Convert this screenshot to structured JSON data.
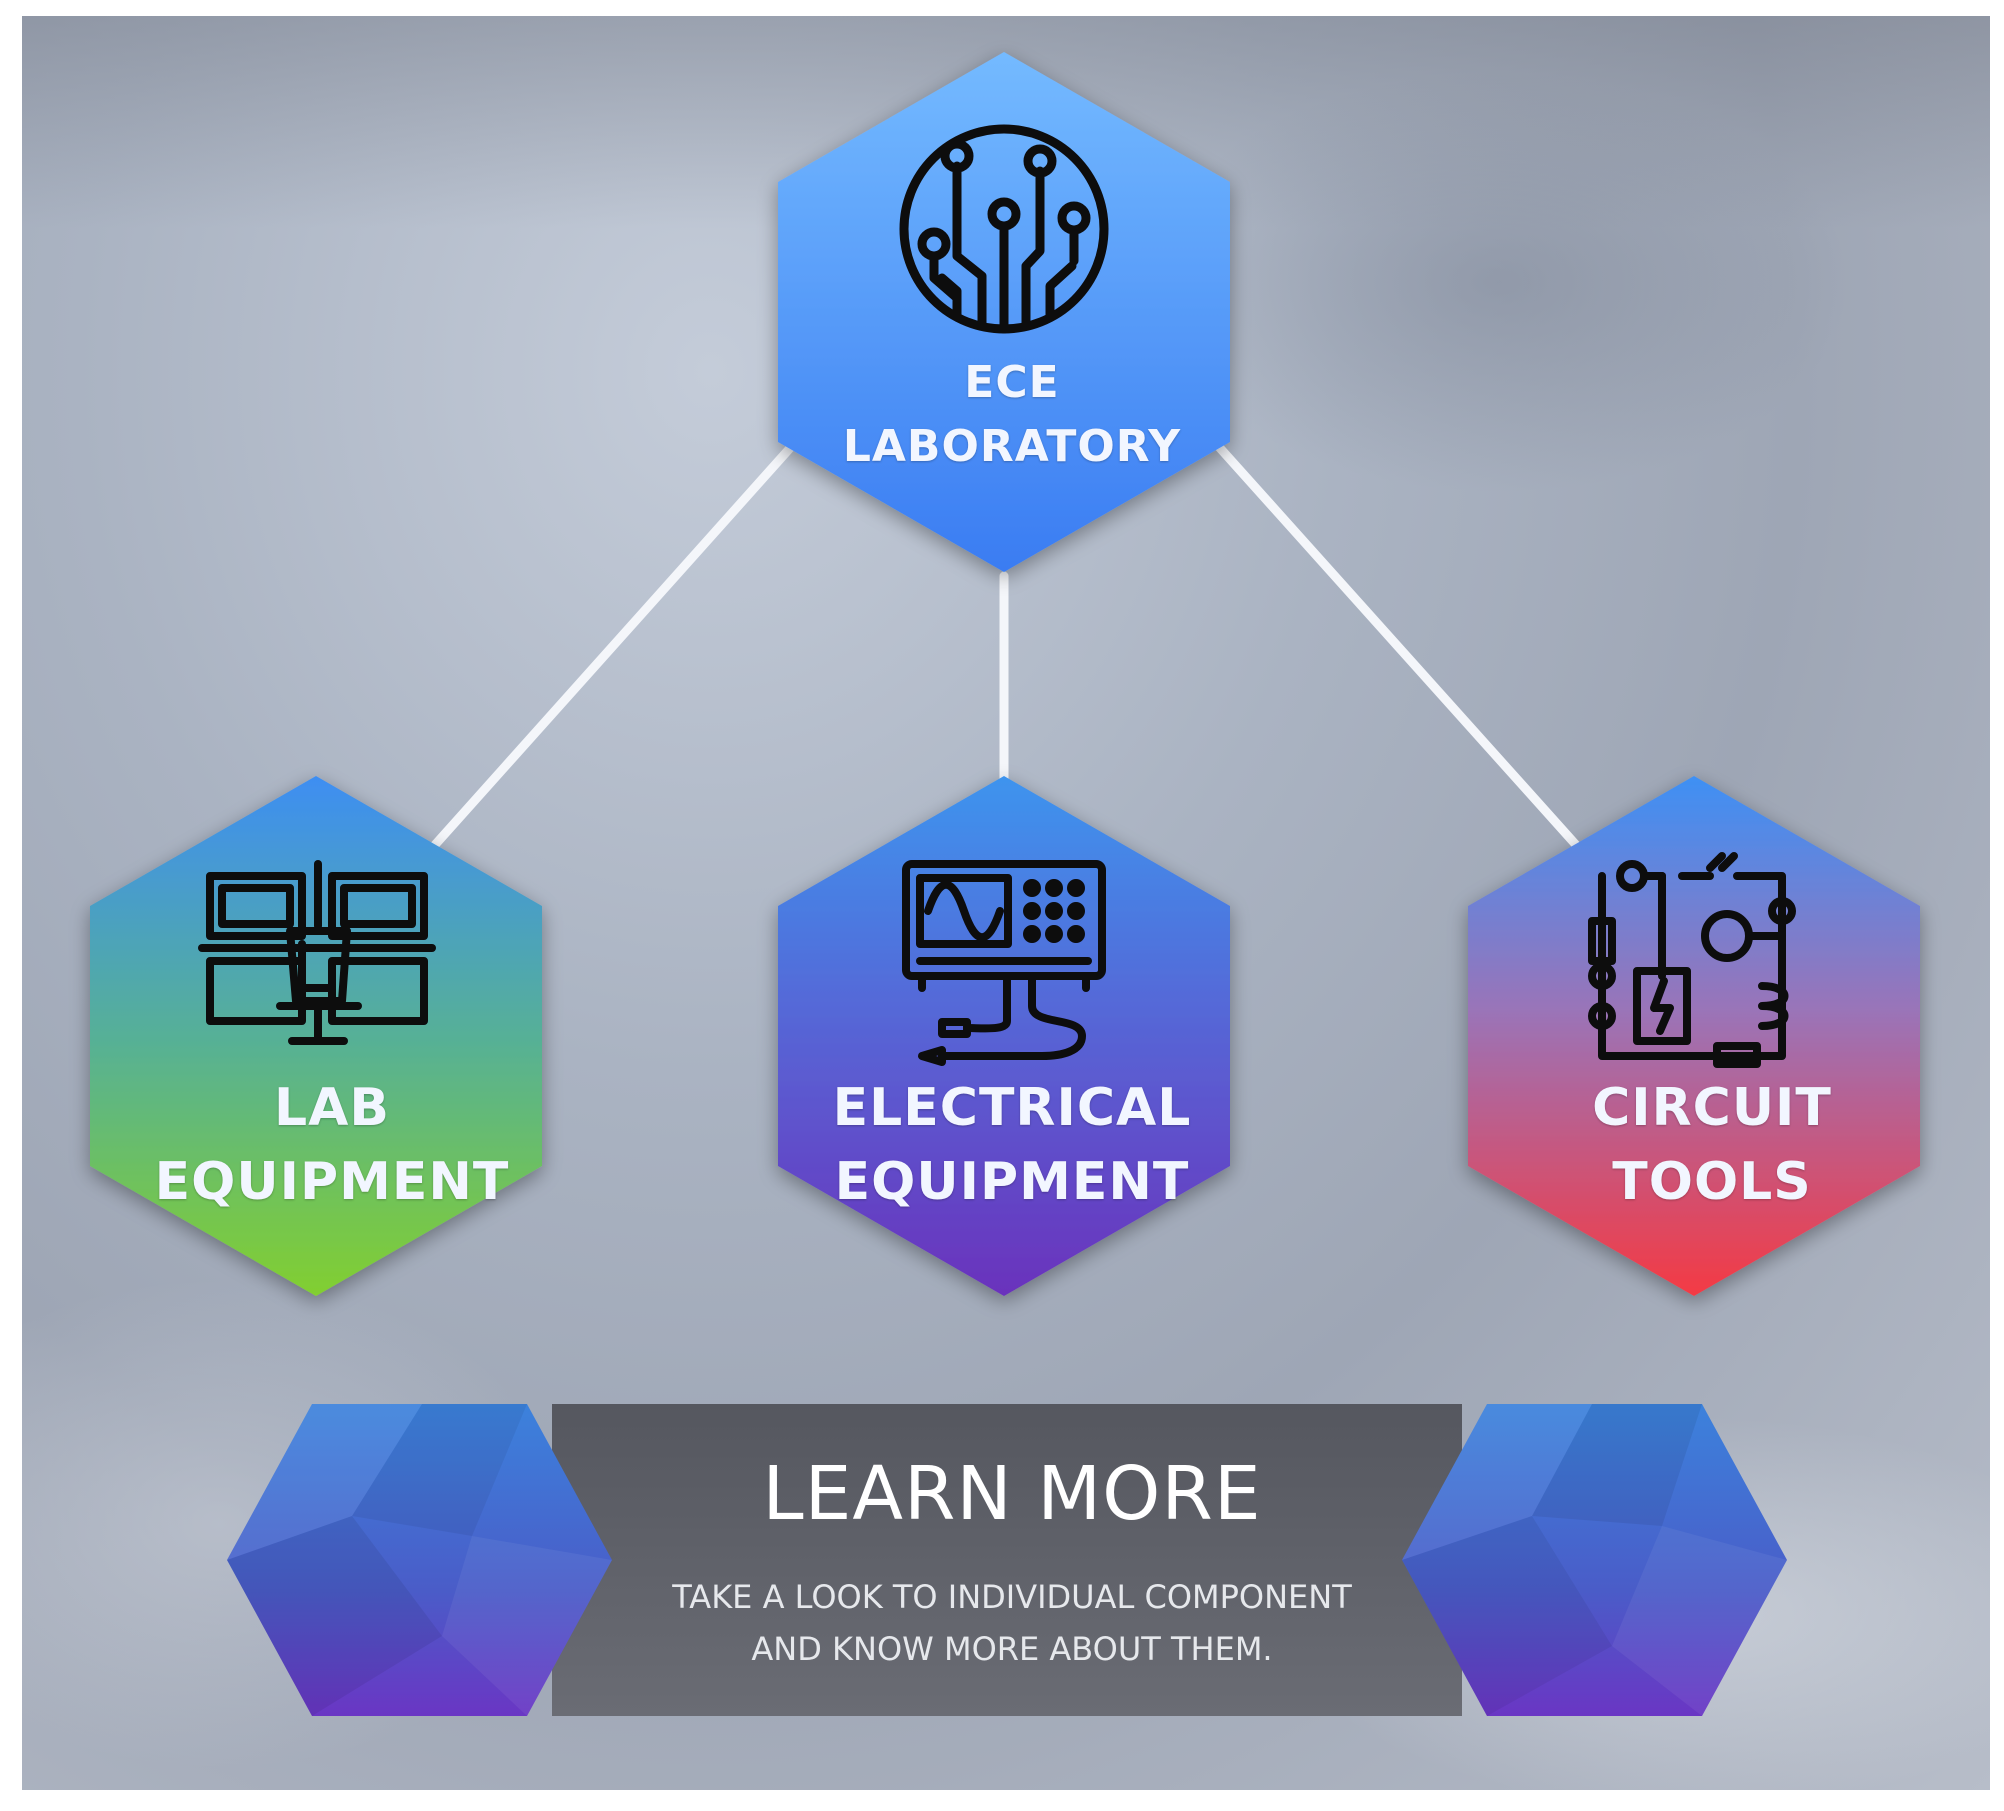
{
  "hubs": {
    "top": {
      "line1": "ECE",
      "line2": "LABORATORY",
      "icon": "circuit-board-icon",
      "color_top": "#6fb6ff",
      "color_bottom": "#3a7ef4"
    },
    "lab": {
      "line1": "LAB",
      "line2": "EQUIPMENT",
      "icon": "workstation-icon",
      "color_top": "#3d8ff0",
      "color_bottom": "#7ed13a"
    },
    "electrical": {
      "line1": "ELECTRICAL",
      "line2": "EQUIPMENT",
      "icon": "oscilloscope-icon",
      "color_top": "#3d8ff0",
      "color_bottom": "#6a36c0"
    },
    "circuit": {
      "line1": "CIRCUIT",
      "line2": "TOOLS",
      "icon": "circuit-tools-icon",
      "color_top": "#3d8ff0",
      "color_bottom": "#f23c4a"
    }
  },
  "banner": {
    "title": "LEARN MORE",
    "line1": "TAKE A LOOK TO INDIVIDUAL COMPONENT",
    "line2": "AND KNOW MORE ABOUT THEM.",
    "panel_color": "#5c5e66",
    "hex_color_top": "#3c78d8",
    "hex_color_bottom": "#6a3ac8"
  }
}
